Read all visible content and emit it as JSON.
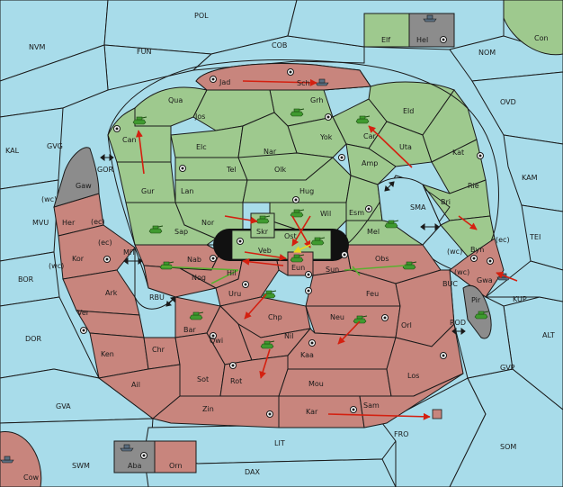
{
  "colors": {
    "sea": "#a8dcea",
    "power_green": "#9ec98e",
    "power_red": "#c8857d",
    "neutral": "#8c8c8c",
    "move_order": "#d42010",
    "support_order": "#5ab030",
    "convoy_order": "#e8d820"
  },
  "labels": {
    "POL": "POL",
    "NVM": "NVM",
    "FUN": "FUN",
    "COB": "COB",
    "Elf": "Elf",
    "Hel": "Hel",
    "Con": "Con",
    "NOM": "NOM",
    "OVD": "OVD",
    "KAL": "KAL",
    "GVG": "GVG",
    "KAM": "KAM",
    "TEI": "TEI",
    "MVU": "MVU",
    "BOR": "BOR",
    "DOR": "DOR",
    "GVA": "GVA",
    "SWM": "SWM",
    "LIT": "LIT",
    "DAX": "DAX",
    "FRO": "FRO",
    "SOM": "SOM",
    "GVP": "GVP",
    "ALT": "ALT",
    "KUP": "KUP",
    "BUC": "BUC",
    "ROD": "ROD",
    "SMA": "SMA",
    "MIT": "MIT",
    "RBU": "RBU",
    "GOR": "GOR",
    "Jad": "Jad",
    "Sch": "Sch",
    "Qua": "Qua",
    "Grh": "Grh",
    "Eld": "Eld",
    "Jos": "Jos",
    "Can": "Can",
    "Car": "Car",
    "Uta": "Uta",
    "Yok": "Yok",
    "Elc": "Elc",
    "Nar": "Nar",
    "Kat": "Kat",
    "Amp": "Amp",
    "Tel": "Tel",
    "Olk": "Olk",
    "Rie": "Rie",
    "Gur": "Gur",
    "Lan": "Lan",
    "Hug": "Hug",
    "Bri": "Bri",
    "Gaw": "Gaw",
    "Esm": "Esm",
    "Nor": "Nor",
    "Skr": "Skr",
    "Wil": "Wil",
    "Sap": "Sap",
    "Ost": "Ost",
    "Mel": "Mel",
    "Byn": "Byn",
    "Veb": "Veb",
    "Her": "Her",
    "Kor": "Kor",
    "Nab": "Nab",
    "Eun": "Eun",
    "Sun": "Sun",
    "Obs": "Obs",
    "Gwa": "Gwa",
    "Hil": "Hil",
    "Nog": "Nog",
    "Pir": "Pir",
    "Ark": "Ark",
    "Uru": "Uru",
    "Feu": "Feu",
    "Ver": "Ver",
    "Chp": "Chp",
    "Neu": "Neu",
    "Bar": "Bar",
    "Orl": "Orl",
    "Qwi": "Qwi",
    "Nil": "Nil",
    "Ken": "Ken",
    "Chr": "Chr",
    "Kaa": "Kaa",
    "Sot": "Sot",
    "Rot": "Rot",
    "Ail": "Ail",
    "Mou": "Mou",
    "Los": "Los",
    "Zin": "Zin",
    "Kar": "Kar",
    "Sam": "Sam",
    "Aba": "Aba",
    "Orn": "Orn",
    "Cow": "Cow",
    "wc": "(wc)",
    "ec": "(ec)"
  }
}
